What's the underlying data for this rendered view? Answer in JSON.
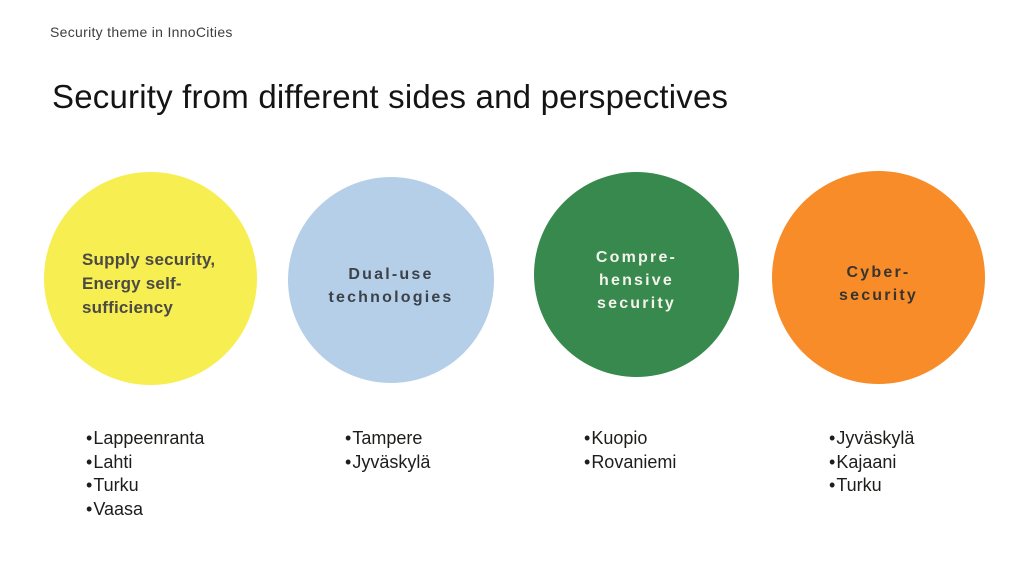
{
  "slide": {
    "eyebrow": "Security theme in InnoCities",
    "title": "Security from different sides and perspectives"
  },
  "bullet": "•",
  "themes": [
    {
      "name": "supply-security",
      "circle_color": "#f7ee52",
      "text_color": "#4b4a44",
      "label_lines": [
        "Supply security,",
        "Energy self-",
        "sufficiency"
      ],
      "cities": [
        "Lappeenranta",
        "Lahti",
        "Turku",
        "Vaasa"
      ]
    },
    {
      "name": "dual-use-technologies",
      "circle_color": "#b5cfe8",
      "text_color": "#3c4249",
      "label_lines": [
        "Dual-use",
        "technologies"
      ],
      "cities": [
        "Tampere",
        "Jyväskylä"
      ]
    },
    {
      "name": "comprehensive-security",
      "circle_color": "#38894e",
      "text_color": "#f4f3ec",
      "label_lines": [
        "Compre-",
        "hensive",
        "security"
      ],
      "cities": [
        "Kuopio",
        "Rovaniemi"
      ]
    },
    {
      "name": "cyber-security",
      "circle_color": "#f78c28",
      "text_color": "#39342e",
      "label_lines": [
        "Cyber-",
        "security"
      ],
      "cities": [
        "Jyväskylä",
        "Kajaani",
        "Turku"
      ]
    }
  ]
}
